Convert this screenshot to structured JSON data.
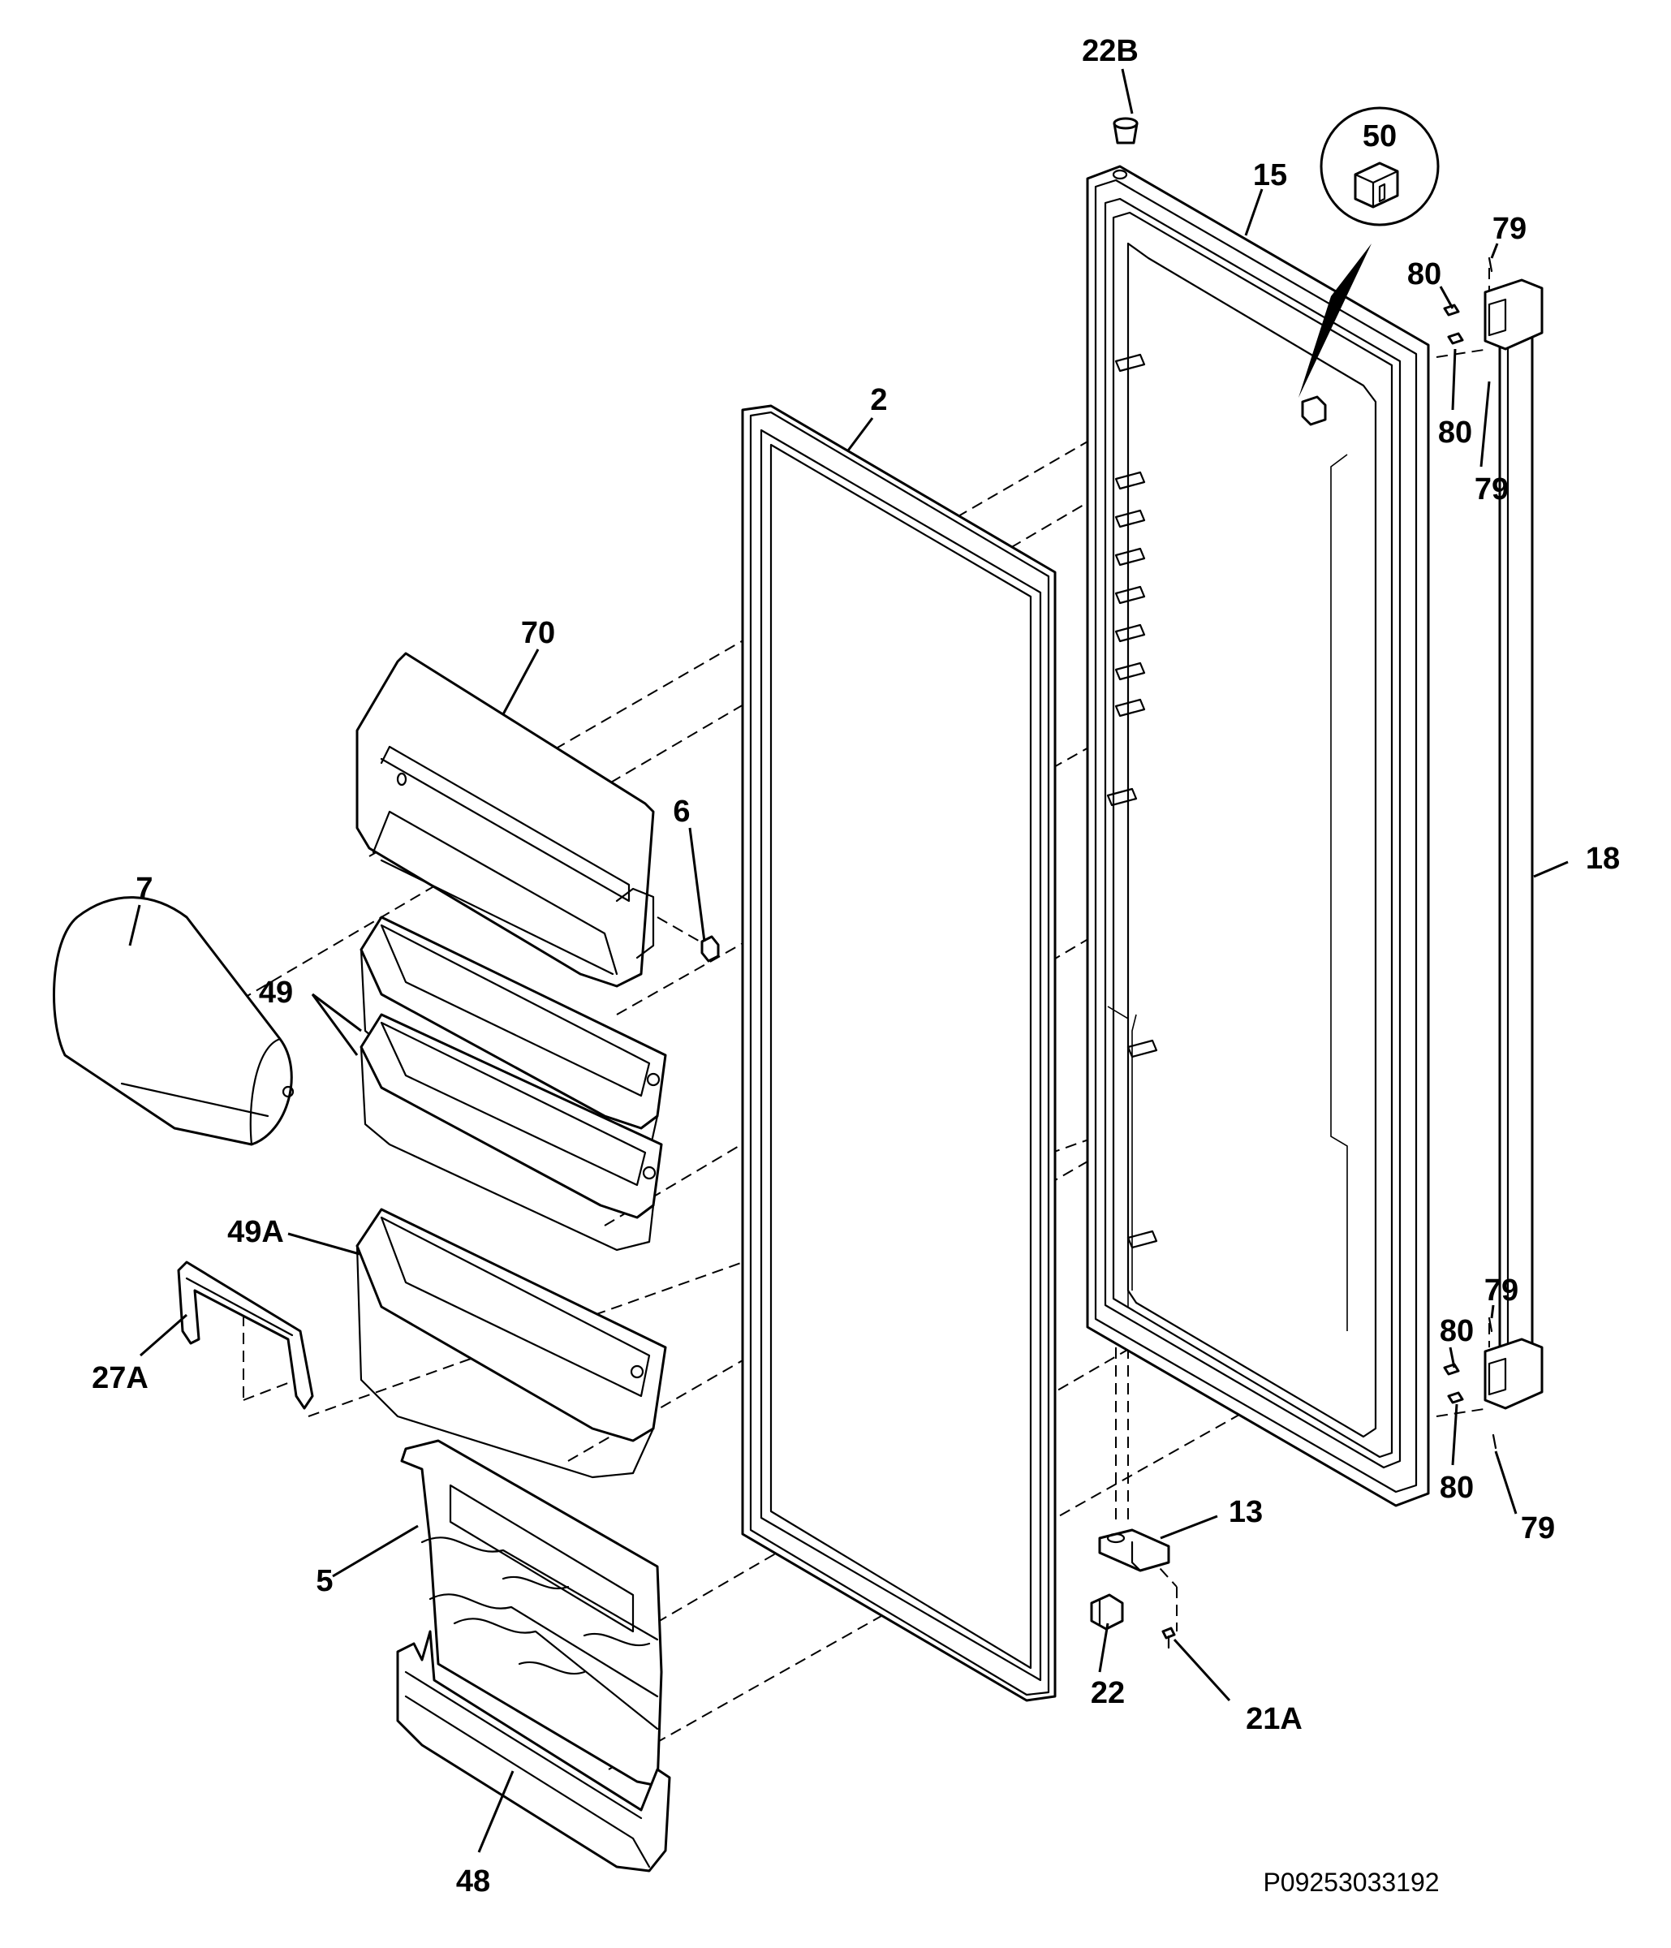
{
  "diagram": {
    "drawing_number": "P09253033192",
    "callouts": [
      {
        "id": "22B",
        "text": "22B"
      },
      {
        "id": "50",
        "text": "50"
      },
      {
        "id": "15",
        "text": "15"
      },
      {
        "id": "79-top-1",
        "text": "79"
      },
      {
        "id": "80-top-1",
        "text": "80"
      },
      {
        "id": "80-top-2",
        "text": "80"
      },
      {
        "id": "79-top-2",
        "text": "79"
      },
      {
        "id": "2",
        "text": "2"
      },
      {
        "id": "70",
        "text": "70"
      },
      {
        "id": "6",
        "text": "6"
      },
      {
        "id": "7",
        "text": "7"
      },
      {
        "id": "18",
        "text": "18"
      },
      {
        "id": "49",
        "text": "49"
      },
      {
        "id": "49A",
        "text": "49A"
      },
      {
        "id": "27A",
        "text": "27A"
      },
      {
        "id": "79-bot-1",
        "text": "79"
      },
      {
        "id": "80-bot-1",
        "text": "80"
      },
      {
        "id": "80-bot-2",
        "text": "80"
      },
      {
        "id": "79-bot-2",
        "text": "79"
      },
      {
        "id": "13",
        "text": "13"
      },
      {
        "id": "5",
        "text": "5"
      },
      {
        "id": "22",
        "text": "22"
      },
      {
        "id": "21A",
        "text": "21A"
      },
      {
        "id": "48",
        "text": "48"
      }
    ]
  }
}
